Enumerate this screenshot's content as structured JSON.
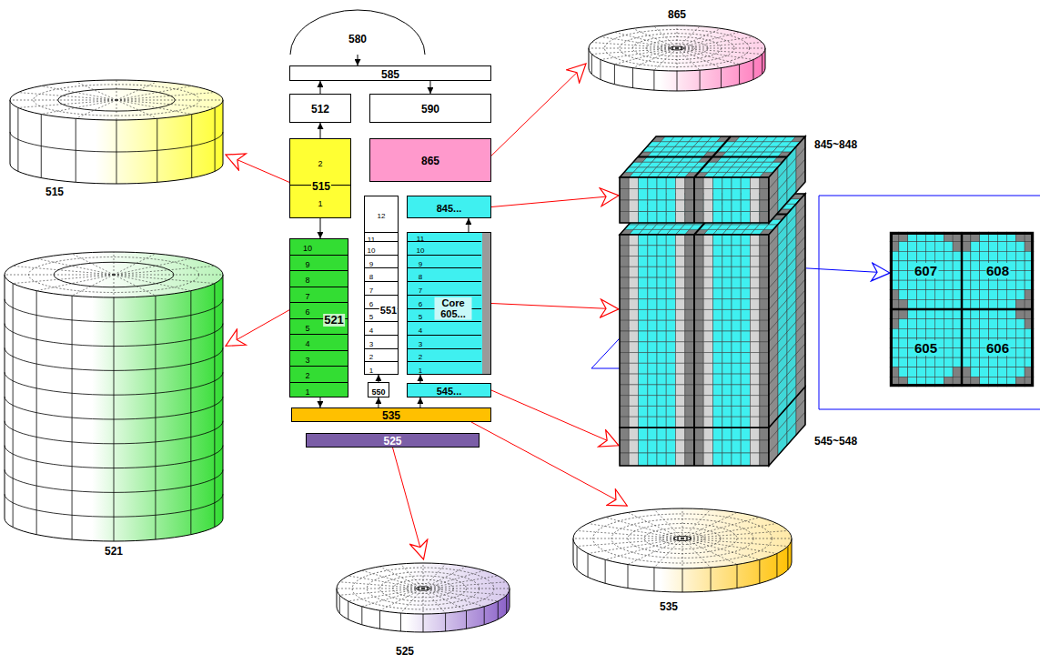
{
  "diagram": {
    "nodes": [
      {
        "text": [
          "580"
        ]
      },
      {
        "text": [
          "585"
        ]
      },
      {
        "text": [
          "512"
        ]
      },
      {
        "text": [
          "590"
        ]
      },
      {
        "text": [
          "515"
        ]
      },
      {
        "text": [
          "2"
        ],
        "in": 4
      },
      {
        "text": [
          "1"
        ],
        "in": 4
      },
      {
        "text": [
          "865"
        ]
      },
      {
        "text": [
          "845..."
        ]
      },
      {
        "text": [
          "521"
        ]
      },
      {
        "text": [
          "10"
        ],
        "in": 9
      },
      {
        "text": [
          "9"
        ],
        "in": 9
      },
      {
        "text": [
          "8"
        ],
        "in": 9
      },
      {
        "text": [
          "7"
        ],
        "in": 9
      },
      {
        "text": [
          "6"
        ],
        "in": 9
      },
      {
        "text": [
          "5"
        ],
        "in": 9
      },
      {
        "text": [
          "4"
        ],
        "in": 9
      },
      {
        "text": [
          "3"
        ],
        "in": 9
      },
      {
        "text": [
          "2"
        ],
        "in": 9
      },
      {
        "text": [
          "1"
        ],
        "in": 9
      },
      {
        "text": [
          "551"
        ]
      },
      {
        "text": [
          "12"
        ],
        "in": 20
      },
      {
        "text": [
          "11"
        ],
        "in": 20
      },
      {
        "text": [
          "10"
        ],
        "in": 20
      },
      {
        "text": [
          "9"
        ],
        "in": 20
      },
      {
        "text": [
          "8"
        ],
        "in": 20
      },
      {
        "text": [
          "7"
        ],
        "in": 20
      },
      {
        "text": [
          "6"
        ],
        "in": 20
      },
      {
        "text": [
          "5"
        ],
        "in": 20
      },
      {
        "text": [
          "4"
        ],
        "in": 20
      },
      {
        "text": [
          "3"
        ],
        "in": 20
      },
      {
        "text": [
          "2"
        ],
        "in": 20
      },
      {
        "text": [
          "1"
        ],
        "in": 20
      },
      {
        "text": [
          "Core 605..."
        ]
      },
      {
        "text": [
          "11"
        ],
        "in": 33
      },
      {
        "text": [
          "10"
        ],
        "in": 33
      },
      {
        "text": [
          "9"
        ],
        "in": 33
      },
      {
        "text": [
          "8"
        ],
        "in": 33
      },
      {
        "text": [
          "7"
        ],
        "in": 33
      },
      {
        "text": [
          "6"
        ],
        "in": 33
      },
      {
        "text": [
          "5"
        ],
        "in": 33
      },
      {
        "text": [
          "4"
        ],
        "in": 33
      },
      {
        "text": [
          "3"
        ],
        "in": 33
      },
      {
        "text": [
          "2"
        ],
        "in": 33
      },
      {
        "text": [
          "1"
        ],
        "in": 33
      },
      {
        "text": [
          "550"
        ]
      },
      {
        "text": [
          "545..."
        ]
      },
      {
        "text": [
          "535"
        ]
      },
      {
        "text": [
          "525"
        ]
      },
      {
        "text": [
          "515"
        ]
      },
      {
        "text": [
          "521"
        ]
      },
      {
        "text": [
          "525"
        ]
      },
      {
        "text": [
          "535"
        ]
      },
      {
        "text": [
          "865"
        ]
      },
      {
        "text": [
          "845~848",
          "545~548"
        ]
      },
      {
        "text": []
      },
      {
        "text": [
          "607"
        ],
        "in": 55
      },
      {
        "text": [
          "608"
        ],
        "in": 55
      },
      {
        "text": [
          "605"
        ],
        "in": 55
      },
      {
        "text": [
          "606"
        ],
        "in": 55
      }
    ],
    "edges": [
      {
        "from": 0,
        "to": 1,
        "arrow": "to"
      },
      {
        "from": 1,
        "to": 3,
        "arrow": "to"
      },
      {
        "from": 2,
        "to": 1,
        "arrow": "to"
      },
      {
        "from": 4,
        "to": 2,
        "arrow": "to"
      },
      {
        "from": 4,
        "to": 9,
        "arrow": "to"
      },
      {
        "from": 9,
        "to": 47,
        "arrow": "to"
      },
      {
        "from": 47,
        "to": 45,
        "arrow": "to"
      },
      {
        "from": 45,
        "to": 20,
        "arrow": "to"
      },
      {
        "from": 47,
        "to": 46,
        "arrow": "to"
      },
      {
        "from": 46,
        "to": 33,
        "arrow": "to"
      },
      {
        "from": 33,
        "to": 8,
        "arrow": "to"
      },
      {
        "from": 4,
        "to": 49,
        "arrow": "to"
      },
      {
        "from": 9,
        "to": 50,
        "arrow": "to"
      },
      {
        "from": 48,
        "to": 51,
        "arrow": "to"
      },
      {
        "from": 47,
        "to": 52,
        "arrow": "to"
      },
      {
        "from": 7,
        "to": 53,
        "arrow": "to"
      },
      {
        "from": 8,
        "to": 54,
        "arrow": "to"
      },
      {
        "from": 33,
        "to": 54,
        "arrow": "to"
      },
      {
        "from": 46,
        "to": 54,
        "arrow": "to"
      },
      {
        "from": 54,
        "to": 55,
        "arrow": "to"
      }
    ]
  }
}
